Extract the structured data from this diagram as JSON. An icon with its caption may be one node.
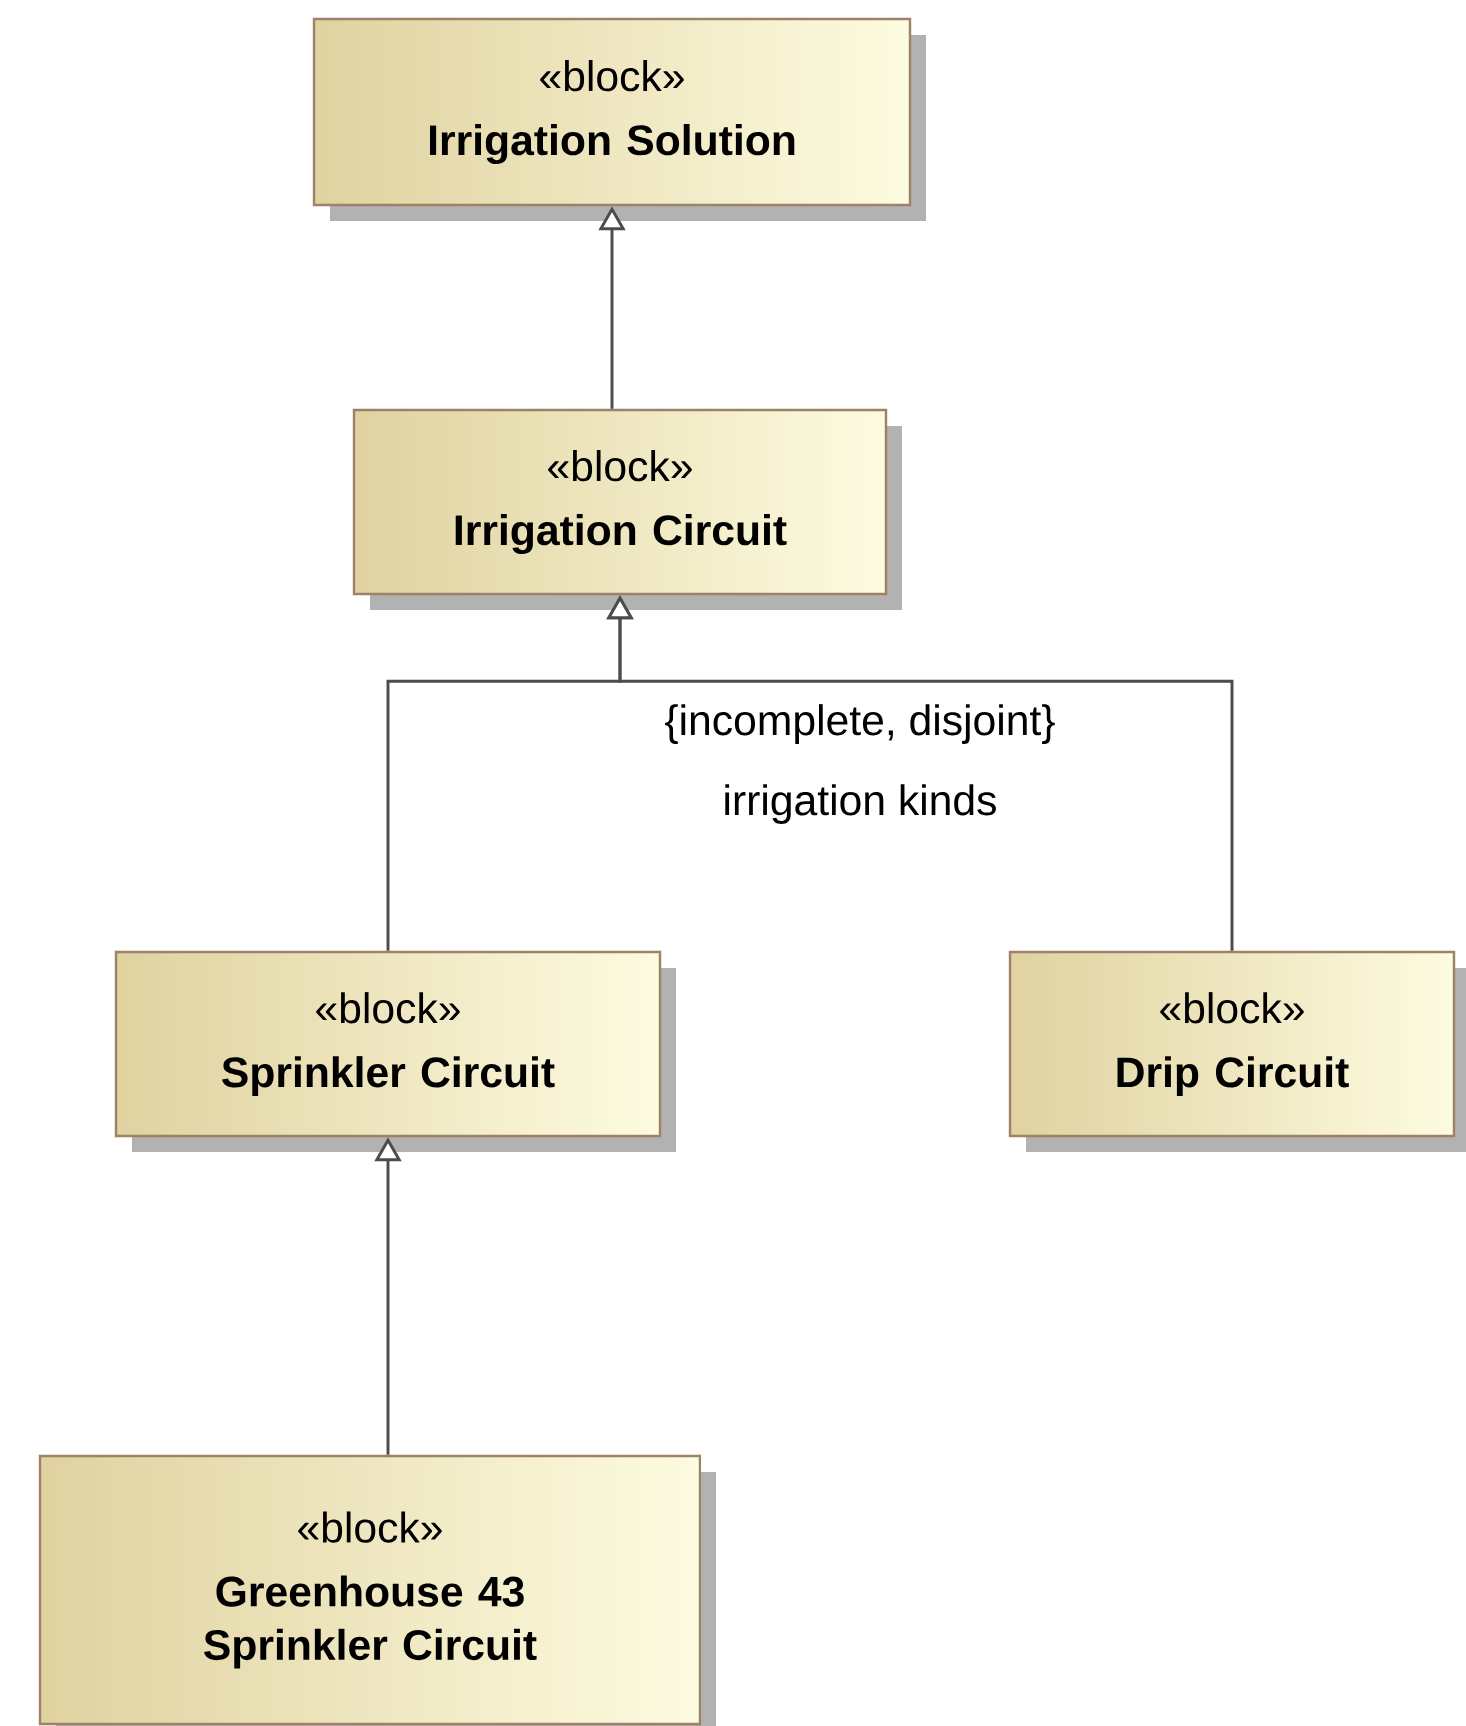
{
  "diagram": {
    "nodes": [
      {
        "text": [
          "«block»",
          "Irrigation Solution"
        ]
      },
      {
        "text": [
          "«block»",
          "Irrigation Circuit"
        ]
      },
      {
        "text": [
          "«block»",
          "Sprinkler Circuit"
        ]
      },
      {
        "text": [
          "«block»",
          "Drip Circuit"
        ]
      },
      {
        "text": [
          "«block»",
          "Greenhouse 43 Sprinkler Circuit"
        ]
      }
    ],
    "edges": [
      {
        "from": 1,
        "to": 0,
        "arrow": "to"
      },
      {
        "from": 2,
        "to": 1,
        "arrow": "to"
      },
      {
        "from": 3,
        "to": 1,
        "arrow": "to"
      },
      {
        "from": 4,
        "to": 2,
        "arrow": "to"
      }
    ],
    "labels": [
      "{incomplete, disjoint}",
      "irrigation kinds"
    ]
  }
}
